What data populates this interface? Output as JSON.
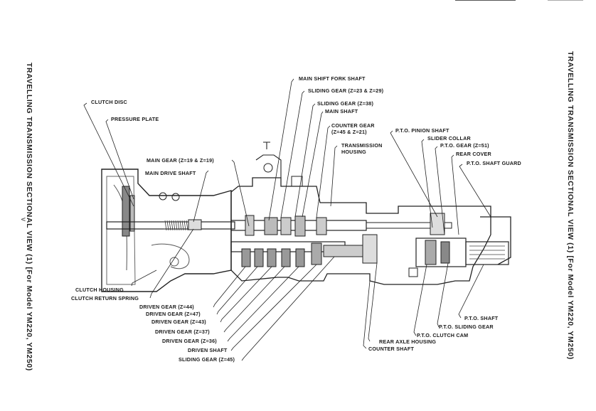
{
  "page": {
    "title": "TRAVELLING TRANSMISSION SECTIONAL VIEW (1) [For Model YM220, YM250)",
    "title_right": "TRAVELLING TRANSMISSION SECTIONAL VIEW (1) [For Model YM220, YM250)",
    "page_number": "v"
  },
  "labels": {
    "clutch_disc": "CLUTCH DISC",
    "pressure_plate": "PRESSURE PLATE",
    "main_gear": "MAIN GEAR (Z=19 & Z=19)",
    "main_drive_shaft": "MAIN DRIVE SHAFT",
    "main_shift_fork_shaft": "MAIN SHIFT FORK SHAFT",
    "sliding_gear_23_29": "SLIDING GEAR (Z=23 & Z=29)",
    "sliding_gear_38": "SLIDING GEAR (Z=38)",
    "main_shaft": "MAIN SHAFT",
    "counter_gear_l1": "COUNTER GEAR",
    "counter_gear_l2": "(Z=45 & Z=21)",
    "transmission_housing_l1": "TRANSMISSION",
    "transmission_housing_l2": "HOUSING",
    "pto_pinion_shaft": "P.T.O. PINION SHAFT",
    "slider_collar": "SLIDER COLLAR",
    "pto_gear": "P.T.O. GEAR (Z=51)",
    "rear_cover": "REAR COVER",
    "pto_shaft_guard": "P.T.O. SHAFT GUARD",
    "clutch_housing": "CLUTCH HOUSING",
    "clutch_return_spring": "CLUTCH RETURN SPRING",
    "driven_gear_44": "DRIVEN GEAR (Z=44)",
    "driven_gear_47": "DRIVEN GEAR (Z=47)",
    "driven_gear_43": "DRIVEN GEAR (Z=43)",
    "driven_gear_37": "DRIVEN GEAR (Z=37)",
    "driven_gear_36": "DRIVEN GEAR (Z=36)",
    "driven_shaft": "DRIVEN SHAFT",
    "sliding_gear_45": "SLIDING GEAR (Z=45)",
    "pto_shaft": "P.T.O. SHAFT",
    "pto_sliding_gear": "P.T.O. SLIDING GEAR",
    "pto_clutch_cam": "P.T.O. CLUTCH CAM",
    "rear_axle_housing": "REAR AXLE HOUSING",
    "counter_shaft": "COUNTER SHAFT"
  }
}
